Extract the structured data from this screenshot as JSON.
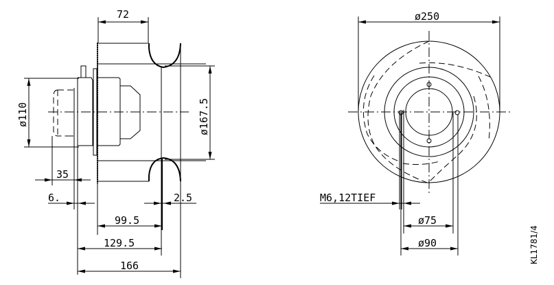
{
  "drawing": {
    "reference": "KL1781/4",
    "side_view": {
      "dimensions": {
        "width_72": "72",
        "dia_110": "ø110",
        "dia_167_5": "ø167.5",
        "len_35": "35",
        "len_6": "6.",
        "len_2_5": "2.5",
        "len_99_5": "99.5",
        "len_129_5": "129.5",
        "len_166": "166"
      }
    },
    "front_view": {
      "dimensions": {
        "dia_250": "ø250",
        "thread_note": "M6,12TIEF",
        "dia_75": "ø75",
        "dia_90": "ø90"
      }
    }
  }
}
